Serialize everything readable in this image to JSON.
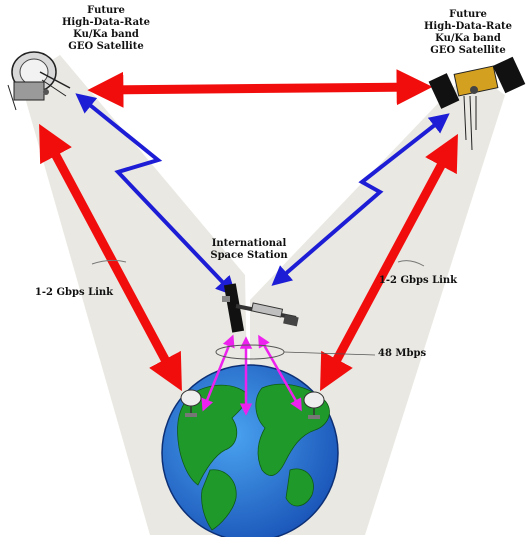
{
  "satellite_left": {
    "lines": [
      "Future",
      "High-Data-Rate",
      "Ku/Ka band",
      "GEO Satellite"
    ]
  },
  "satellite_right": {
    "lines": [
      "Future",
      "High-Data-Rate",
      "Ku/Ka band",
      "GEO Satellite"
    ]
  },
  "space_station": {
    "lines": [
      "International",
      "Space Station"
    ]
  },
  "link_left": "1-2 Gbps Link",
  "link_right": "1-2 Gbps Link",
  "downlink": "48 Mbps",
  "colors": {
    "beam": "#e7e5df",
    "red_link": "#f20d0d",
    "blue_link": "#1d1dd6",
    "magenta_link": "#ee22ee",
    "ocean": "#2f7fdc",
    "land": "#1f9a2a"
  }
}
